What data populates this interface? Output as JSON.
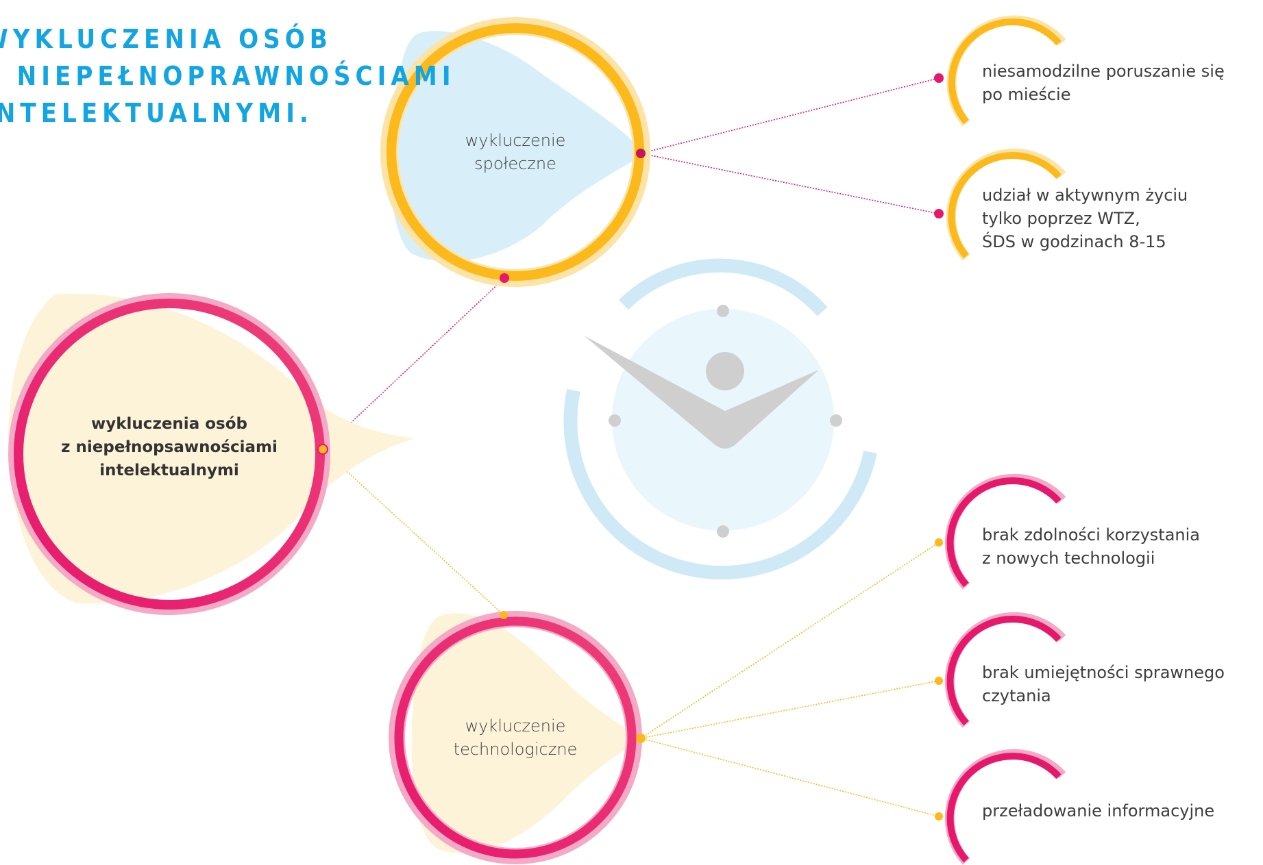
{
  "heading": {
    "lines": [
      "WYKLUCZENIA OSÓB",
      "Z NIEPEŁNOPRAWNOŚCIAMI",
      "INTELEKTUALNYMI."
    ]
  },
  "main_node": {
    "label": "wykluczenia osób\nz niepełnopsawnościami\nintelektualnymi"
  },
  "social_node": {
    "label": "wykluczenie\nspołeczne",
    "items": [
      "niesamodzilne poruszanie się\npo mieście",
      "udział w aktywnym życiu\ntylko poprzez WTZ,\nŚDS w godzinach 8-15"
    ]
  },
  "tech_node": {
    "label": "wykluczenie\ntechnologiczne",
    "items": [
      "brak zdolności korzystania\nz nowych technologii",
      "brak umiejętności sprawnego\nczytania",
      "przeładowanie informacyjne"
    ]
  },
  "decoration": {
    "icon": "clock-person-icon"
  },
  "colors": {
    "heading": "#12a5e2",
    "yellow": "#fbb91b",
    "magenta": "#e6186c",
    "light_blue": "#d6eef9",
    "cream": "#fdf3d8",
    "gray": "#cfcfcf"
  }
}
